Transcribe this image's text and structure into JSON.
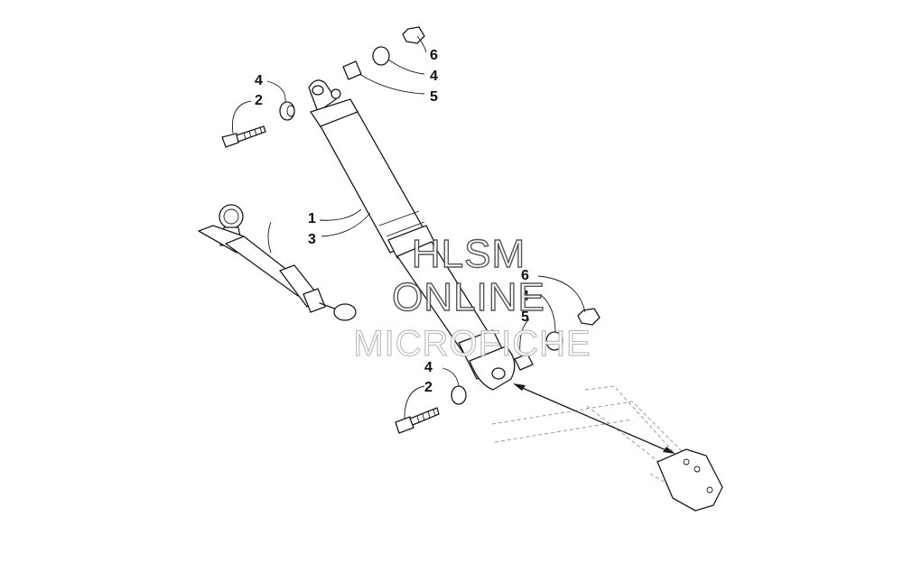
{
  "diagram": {
    "callouts": {
      "top_bolt_washer": "4",
      "top_bolt": "2",
      "top_nut": "6",
      "top_washer": "4",
      "top_bushing": "5",
      "shock": "1",
      "shock_alt": "3",
      "bottom_nut": "6",
      "bottom_washer": "4",
      "bottom_bushing": "5",
      "bottom_bolt_washer": "4",
      "bottom_bolt": "2"
    }
  },
  "watermark": {
    "line1": "HLSM",
    "line2": "ONLINE",
    "line3": "MICROFICHE"
  }
}
